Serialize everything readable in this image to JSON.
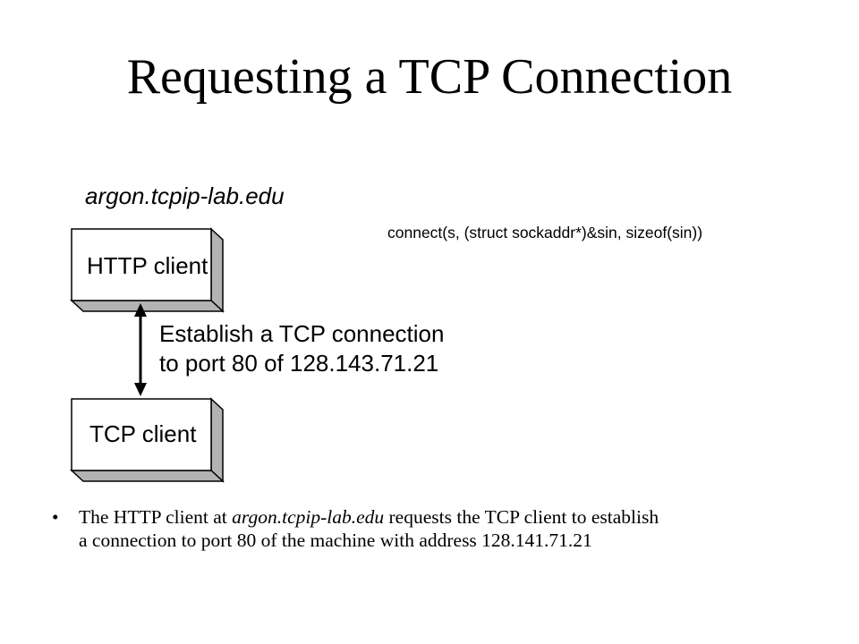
{
  "title": "Requesting a TCP Connection",
  "diagram": {
    "host_label": "argon.tcpip-lab.edu",
    "code_label": "connect(s, (struct sockaddr*)&sin, sizeof(sin))",
    "boxes": [
      {
        "id": "http",
        "label": "HTTP client"
      },
      {
        "id": "tcp",
        "label": "TCP client"
      }
    ],
    "arrow_label": {
      "line1": "Establish a TCP connection",
      "line2": "to port 80 of 128.143.71.21"
    }
  },
  "bullets": [
    {
      "pre": "The HTTP client at ",
      "emph": "argon.tcpip-lab.edu",
      "post": " requests the TCP client to  establish",
      "line2": "a connection to port 80 of the machine with address  128.141.71.21"
    }
  ]
}
